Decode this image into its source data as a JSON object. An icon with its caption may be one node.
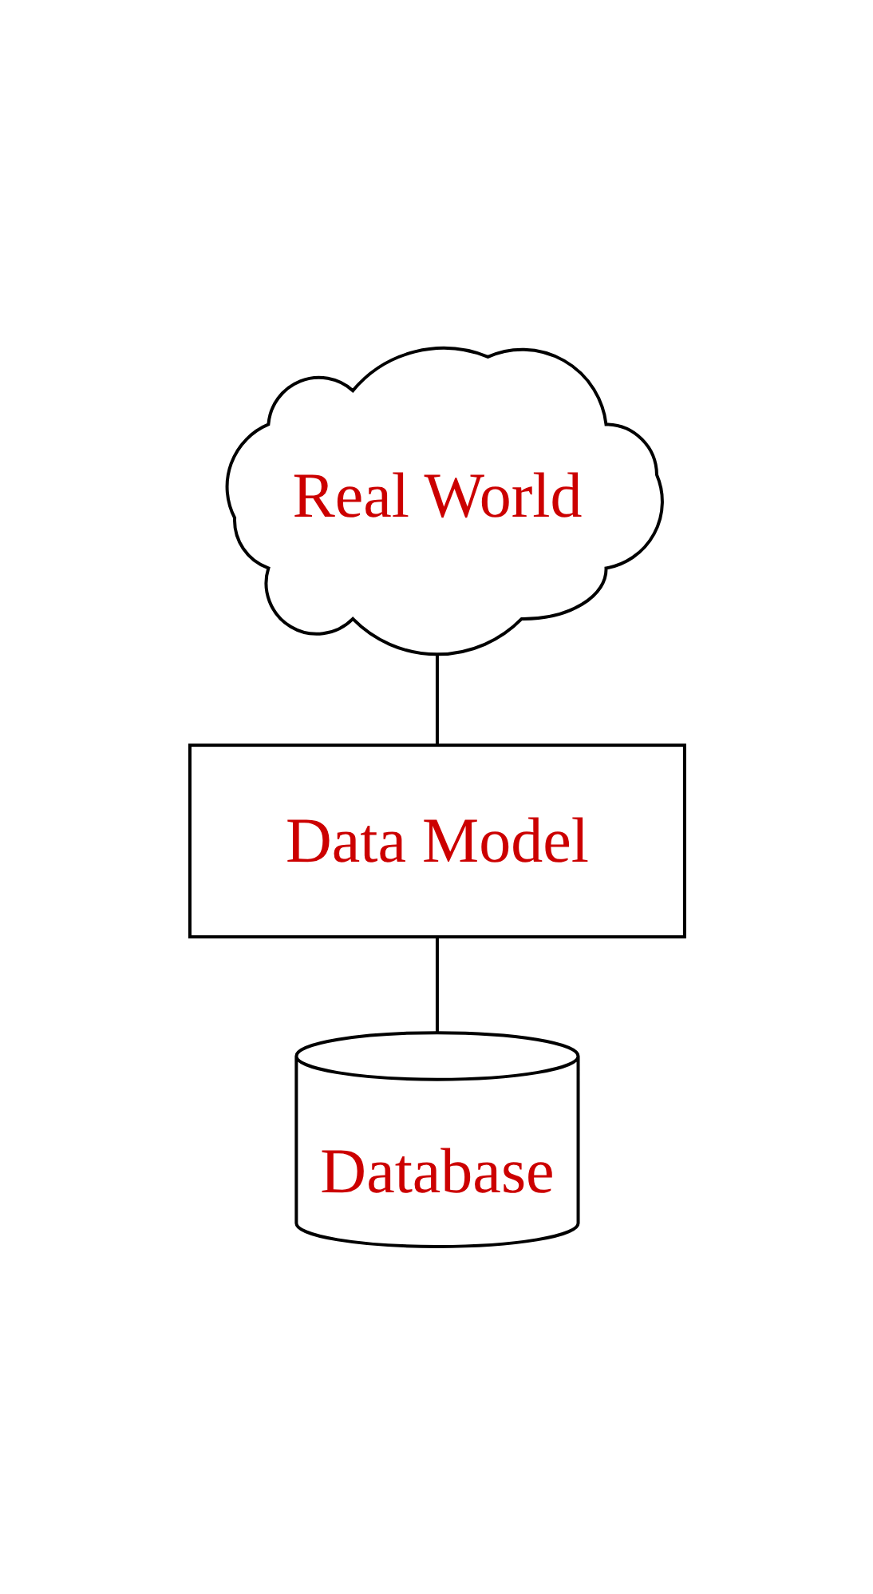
{
  "diagram": {
    "nodes": [
      {
        "text": [
          "Real World"
        ]
      },
      {
        "text": [
          "Data Model"
        ]
      },
      {
        "text": [
          "Database"
        ]
      }
    ],
    "edges": [
      {
        "from": 0,
        "to": 1,
        "arrow": "none"
      },
      {
        "from": 1,
        "to": 2,
        "arrow": "none"
      }
    ]
  }
}
